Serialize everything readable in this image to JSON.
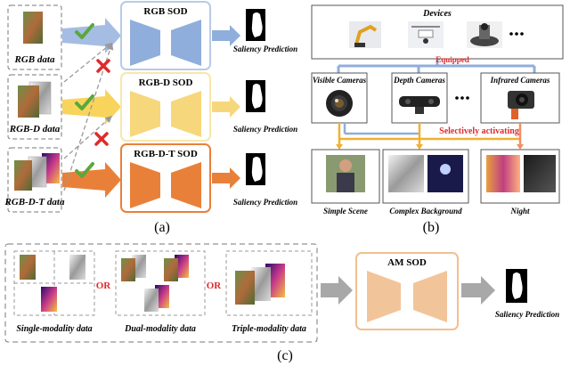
{
  "panel_a": {
    "caption": "(a)",
    "inputs": [
      {
        "label": "RGB data"
      },
      {
        "label": "RGB-D data"
      },
      {
        "label": "RGB-D-T data"
      }
    ],
    "models": [
      {
        "title": "RGB SOD",
        "fill": "#8faedb",
        "border": "#b7cbe6"
      },
      {
        "title": "RGB-D SOD",
        "fill": "#f7d77c",
        "border": "#f8e7a8"
      },
      {
        "title": "RGB-D-T SOD",
        "fill": "#e9803a",
        "border": "#e9803a"
      }
    ],
    "output_label": "Saliency Prediction",
    "check_color": "#5aa83c",
    "cross_color": "#e02a2a"
  },
  "panel_b": {
    "caption": "(b)",
    "devices_title": "Devices",
    "equipped_label": "Equipped",
    "cameras": [
      "Visible Cameras",
      "Depth Cameras",
      "Infrared Cameras"
    ],
    "activating_label": "Selectively activating",
    "scenes": [
      "Simple Scene",
      "Complex Background",
      "Night"
    ],
    "accent_red": "#e02a2a"
  },
  "panel_c": {
    "caption": "(c)",
    "groups": [
      "Single-modality data",
      "Dual-modality data",
      "Triple-modality data"
    ],
    "or_label": "OR",
    "model_title": "AM SOD",
    "output_label": "Saliency Prediction"
  }
}
